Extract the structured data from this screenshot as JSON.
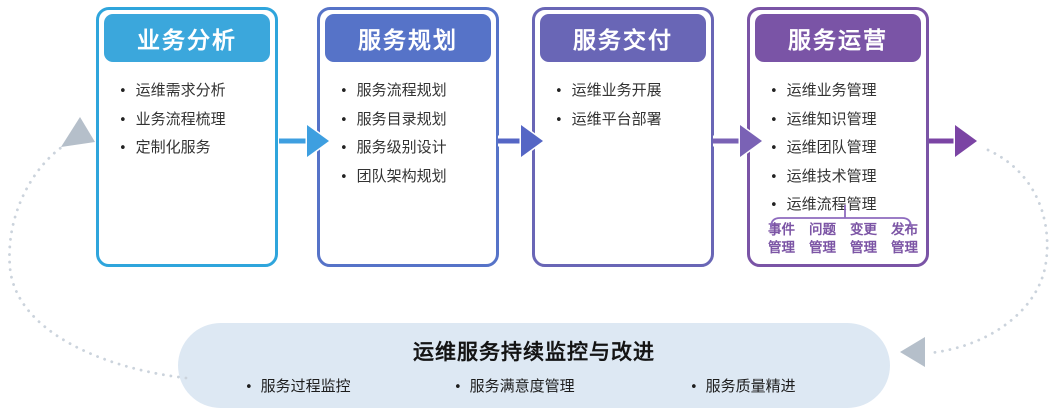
{
  "phases": [
    {
      "title": "业务分析",
      "accent": "#3BA7DC",
      "items": [
        "运维需求分析",
        "业务流程梳理",
        "定制化服务"
      ]
    },
    {
      "title": "服务规划",
      "accent": "#5673C8",
      "items": [
        "服务流程规划",
        "服务目录规划",
        "服务级别设计",
        "团队架构规划"
      ]
    },
    {
      "title": "服务交付",
      "accent": "#6966B6",
      "items": [
        "运维业务开展",
        "运维平台部署"
      ]
    },
    {
      "title": "服务运营",
      "accent": "#7A54A6",
      "items": [
        "运维业务管理",
        "运维知识管理",
        "运维团队管理",
        "运维技术管理",
        "运维流程管理"
      ],
      "sub_processes": [
        {
          "line1": "事件",
          "line2": "管理"
        },
        {
          "line1": "问题",
          "line2": "管理"
        },
        {
          "line1": "变更",
          "line2": "管理"
        },
        {
          "line1": "发布",
          "line2": "管理"
        }
      ]
    }
  ],
  "monitor_bar": {
    "title": "运维服务持续监控与改进",
    "items": [
      "服务过程监控",
      "服务满意度管理",
      "服务质量精进"
    ],
    "bg_color": "#DDE8F3"
  },
  "colors": {
    "connector_arrows": [
      "#3E9FE0",
      "#5566C5",
      "#7A62B5",
      "#7B44A4"
    ],
    "phase_borders": [
      "#2FA5DC",
      "#5673C8",
      "#6966B6",
      "#7A54A6"
    ],
    "dotted_feedback_line": "#CBD3DC",
    "gray_feedback_arrow": "#B5BFCA",
    "sub_process_text": "#7C55A5"
  }
}
